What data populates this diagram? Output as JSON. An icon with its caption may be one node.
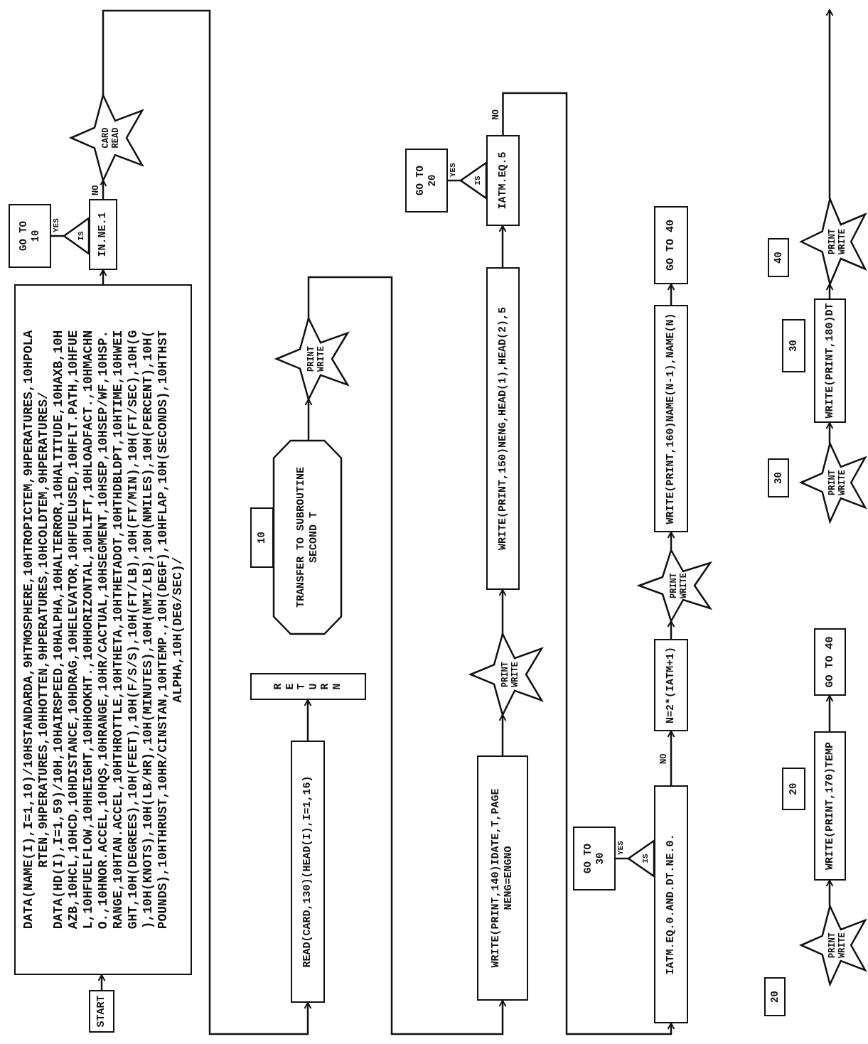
{
  "diagram": {
    "nodes": [
      {
        "text": [
          "START"
        ]
      },
      {
        "text": [
          "DATA(NAME(I),I=1,10)/10HSTANDARDA,9HTMOSPHERE,10HTROPICTEM,9HPERATURES,10HPOLA RTEN,9HPERATURES,10HHOTTEN,9HPERATURES,10HCOLDTEM,9HPERATURES/",
          "DATA(HD(I),I=1,59)/10H,10HAIRSPEED,10HALPHA,10HALTERROR,10HALTITUDE,10HAXB,10H AZB,10HCL,10HCD,10HDISTANCE,10HDRAG,10HELEVATOR,10HFUELUSED,10HFLT.PATH,10HFUE L,10HFUELFLOW,10HHEIGHT,10HHOOKHT.,10HHORIZONTAL,10HLIFT,10HLOADFACT.,10HMACHN O.,10HNOR.ACCEL,10HQS,10HRANGE,10HR/CACTUAL,10HSEGMENT,10HSEP,10HSEP/WF,10HSP. RANGE,10HTAN.ACCEL,10HTHROTTLE,10HTHETA,10HTHETADOT,10HTHDBLDPT,10HTIME,10HWEI GHT,10H(DEGREES),10H(FEET),10H(F/S/S),10H(FT/LB),10H(FT/MIN),10H(FT/SEC),10H(G ),10H(KNOTS),10H(LB/HR),10H(MINUTES),10H(NMI/LB),10H(NMILES),10H(PERCENT),10H( POUNDS),10HTHRUST,10HR/CINSTAN,10HTEMP.,10H(DEGF),10HFLAP,10H(SECONDS),10HTHST ALPHA,10H(DEG/SEC)/"
        ]
      },
      {
        "text": [
          "IN.NE.1"
        ]
      },
      {
        "text": [
          "IS"
        ]
      },
      {
        "text": [
          "GO TO 10"
        ]
      },
      {
        "text": [
          "CARD READ"
        ]
      },
      {
        "text": [
          "READ(CARD,130)(HEAD(I),I=1,16)"
        ]
      },
      {
        "text": [
          "RETURN"
        ]
      },
      {
        "text": [
          "10"
        ]
      },
      {
        "text": [
          "TRANSFER TO SUBROUTINE SECOND T"
        ]
      },
      {
        "text": [
          "PRINT WRITE"
        ]
      },
      {
        "text": [
          "WRITE(PRINT,140)IDATE,T,PAGE",
          "NENG=ENGNO"
        ]
      },
      {
        "text": [
          "PRINT WRITE"
        ]
      },
      {
        "text": [
          "WRITE(PRINT,150)NENG,HEAD(1),HEAD(2),5"
        ]
      },
      {
        "text": [
          "IATM.EQ.5"
        ]
      },
      {
        "text": [
          "IS"
        ]
      },
      {
        "text": [
          "GO TO 20"
        ]
      },
      {
        "text": [
          "IATM.EQ.0.AND.DT.NE.0."
        ]
      },
      {
        "text": [
          "IS"
        ]
      },
      {
        "text": [
          "GO TO 30"
        ]
      },
      {
        "text": [
          "N=2*(IATM+1)"
        ]
      },
      {
        "text": [
          "PRINT WRITE"
        ]
      },
      {
        "text": [
          "WRITE(PRINT,160)NAME(N-1),NAME(N)"
        ]
      },
      {
        "text": [
          "GO TO 40"
        ]
      },
      {
        "text": [
          "20"
        ]
      },
      {
        "text": [
          "PRINT WRITE"
        ]
      },
      {
        "text": [
          "20"
        ]
      },
      {
        "text": [
          "WRITE(PRINT,170)TEMP"
        ]
      },
      {
        "text": [
          "GO TO 40"
        ]
      },
      {
        "text": [
          "30"
        ]
      },
      {
        "text": [
          "PRINT WRITE"
        ]
      },
      {
        "text": [
          "30"
        ]
      },
      {
        "text": [
          "WRITE(PRINT,180)DT"
        ]
      },
      {
        "text": [
          "40"
        ]
      },
      {
        "text": [
          "PRINT WRITE"
        ]
      }
    ],
    "edges": [
      {
        "from": 0,
        "to": 1,
        "arrow": "to"
      },
      {
        "from": 1,
        "to": 2,
        "arrow": "to"
      },
      {
        "from": 3,
        "to": 4,
        "arrow": "none",
        "label": "YES"
      },
      {
        "from": 2,
        "to": 5,
        "arrow": "to",
        "label": "NO"
      },
      {
        "from": 5,
        "to": 6,
        "arrow": "to"
      },
      {
        "from": 6,
        "to": 7,
        "arrow": "to"
      },
      {
        "from": 9,
        "to": 10,
        "arrow": "to"
      },
      {
        "from": 10,
        "to": 11,
        "arrow": "to"
      },
      {
        "from": 11,
        "to": 12,
        "arrow": "to"
      },
      {
        "from": 12,
        "to": 13,
        "arrow": "to"
      },
      {
        "from": 13,
        "to": 14,
        "arrow": "to"
      },
      {
        "from": 15,
        "to": 16,
        "arrow": "none",
        "label": "YES"
      },
      {
        "from": 14,
        "to": 17,
        "arrow": "to",
        "label": "NO"
      },
      {
        "from": 18,
        "to": 19,
        "arrow": "none",
        "label": "YES"
      },
      {
        "from": 17,
        "to": 20,
        "arrow": "to",
        "label": "NO"
      },
      {
        "from": 20,
        "to": 21,
        "arrow": "to"
      },
      {
        "from": 21,
        "to": 22,
        "arrow": "to"
      },
      {
        "from": 22,
        "to": 23,
        "arrow": "to"
      },
      {
        "from": 25,
        "to": 27,
        "arrow": "to"
      },
      {
        "from": 27,
        "to": 28,
        "arrow": "to"
      },
      {
        "from": 30,
        "to": 32,
        "arrow": "to"
      },
      {
        "from": 32,
        "to": 34,
        "arrow": "to"
      },
      {
        "from": 34,
        "to": null,
        "arrow": "to"
      }
    ]
  }
}
